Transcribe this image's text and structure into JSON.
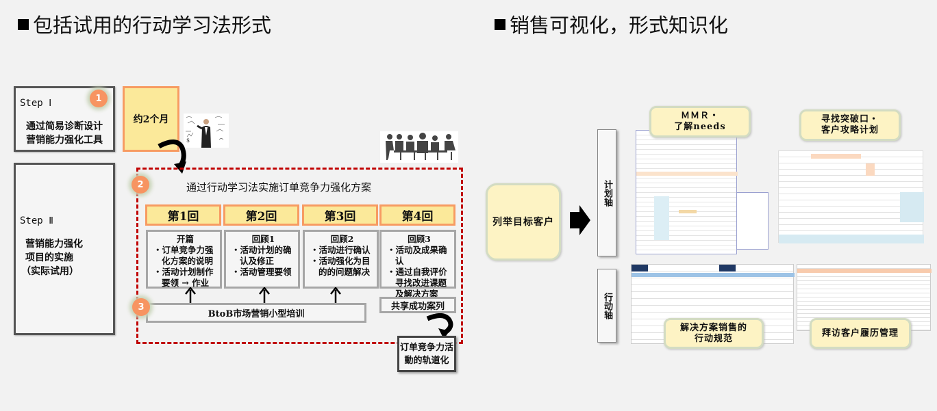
{
  "left_section": {
    "title": "包括试用的行动学习法形式",
    "step1": {
      "badge": "1",
      "label": "Step Ⅰ",
      "desc_lines": [
        "通过简易诊断设计",
        "营销能力强化工具"
      ],
      "duration": "约2个月"
    },
    "step2": {
      "label": "Step Ⅱ",
      "desc_lines": [
        "营销能力强化",
        "项目的实施",
        "（实际试用）"
      ]
    },
    "program": {
      "badge": "2",
      "title": "通过行动学习法实施订单竞争力强化方案",
      "rounds": [
        {
          "header": "第1回",
          "title": "开篇",
          "bullets": [
            "订单竞争力强化方案的说明",
            "活动计划制作要领 → 作业"
          ]
        },
        {
          "header": "第2回",
          "title": "回顾1",
          "bullets": [
            "活动计划的确认及修正",
            "活动管理要领"
          ]
        },
        {
          "header": "第3回",
          "title": "回顾2",
          "bullets": [
            "活动进行确认",
            "活动强化为目的的问题解决"
          ]
        },
        {
          "header": "第4回",
          "title": "回顾3",
          "bullets": [
            "活动及成果确认",
            "通过自我评价寻找改进课题及解决方案"
          ]
        }
      ],
      "training_badge": "3",
      "training": "BtoB市场营销小型培训",
      "share": "共享成功案列",
      "result_lines": [
        "订单竞争力活",
        "動的轨道化"
      ]
    }
  },
  "right_section": {
    "title": "销售可视化，形式知识化",
    "start_box": "列举目标客户",
    "axes": {
      "plan": "计划轴",
      "action": "行动轴"
    },
    "callouts": {
      "mmr": [
        "ＭＭＲ・",
        "了解needs"
      ],
      "breakthrough": [
        "寻找突破口・",
        "客户攻略计划"
      ],
      "solution": [
        "解决方案销售的",
        "行动规范"
      ],
      "visit": [
        "拜访客户履历管理"
      ]
    }
  },
  "colors": {
    "yellow_fill": "#fbe99a",
    "orange_border": "#f79b62",
    "dashed_red": "#c00000",
    "badge": "#f79461",
    "callout_fill": "#fdf3c4"
  }
}
